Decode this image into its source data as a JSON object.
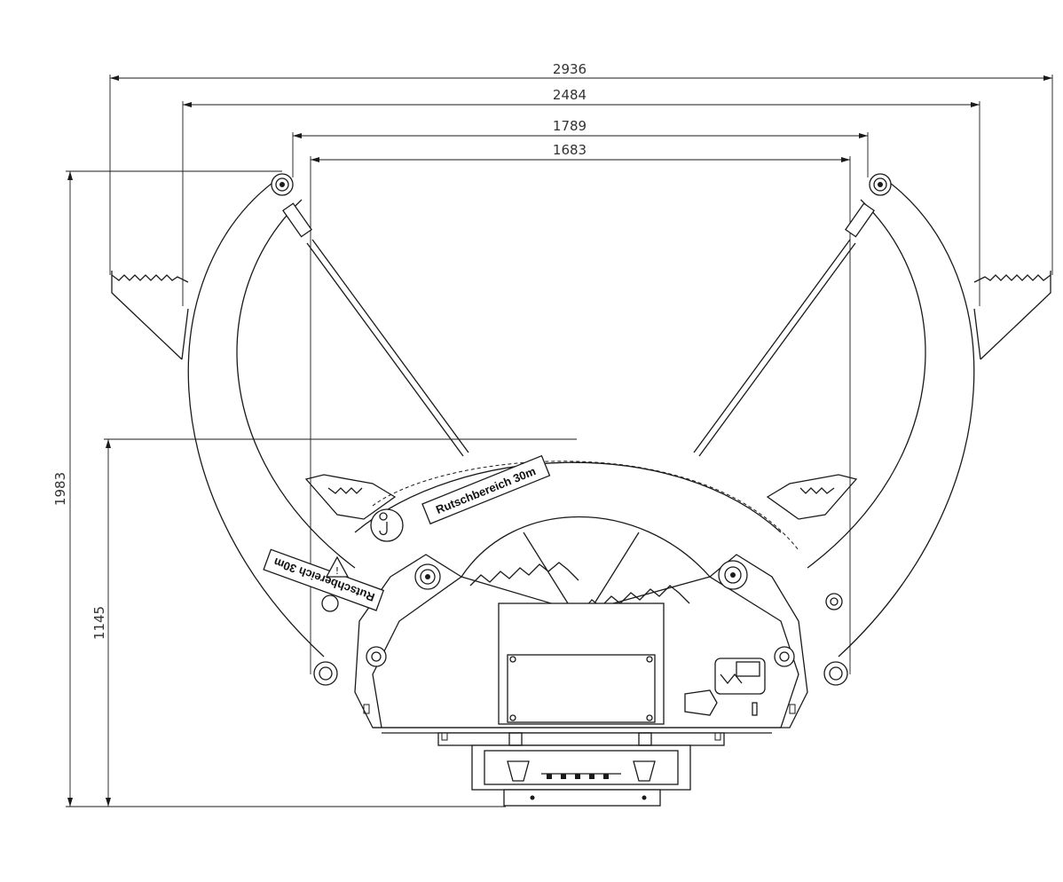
{
  "dimensions": {
    "width_outer": "2936",
    "width_open": "2484",
    "width_mid": "1789",
    "width_inner": "1683",
    "height_total": "1983",
    "height_lower": "1145"
  },
  "labels": {
    "sticker_right": "Rutschbereich 30m",
    "sticker_left": "Rutschbereich 30m"
  },
  "colors": {
    "line": "#1a1a1a",
    "text": "#333333",
    "background": "#ffffff"
  }
}
